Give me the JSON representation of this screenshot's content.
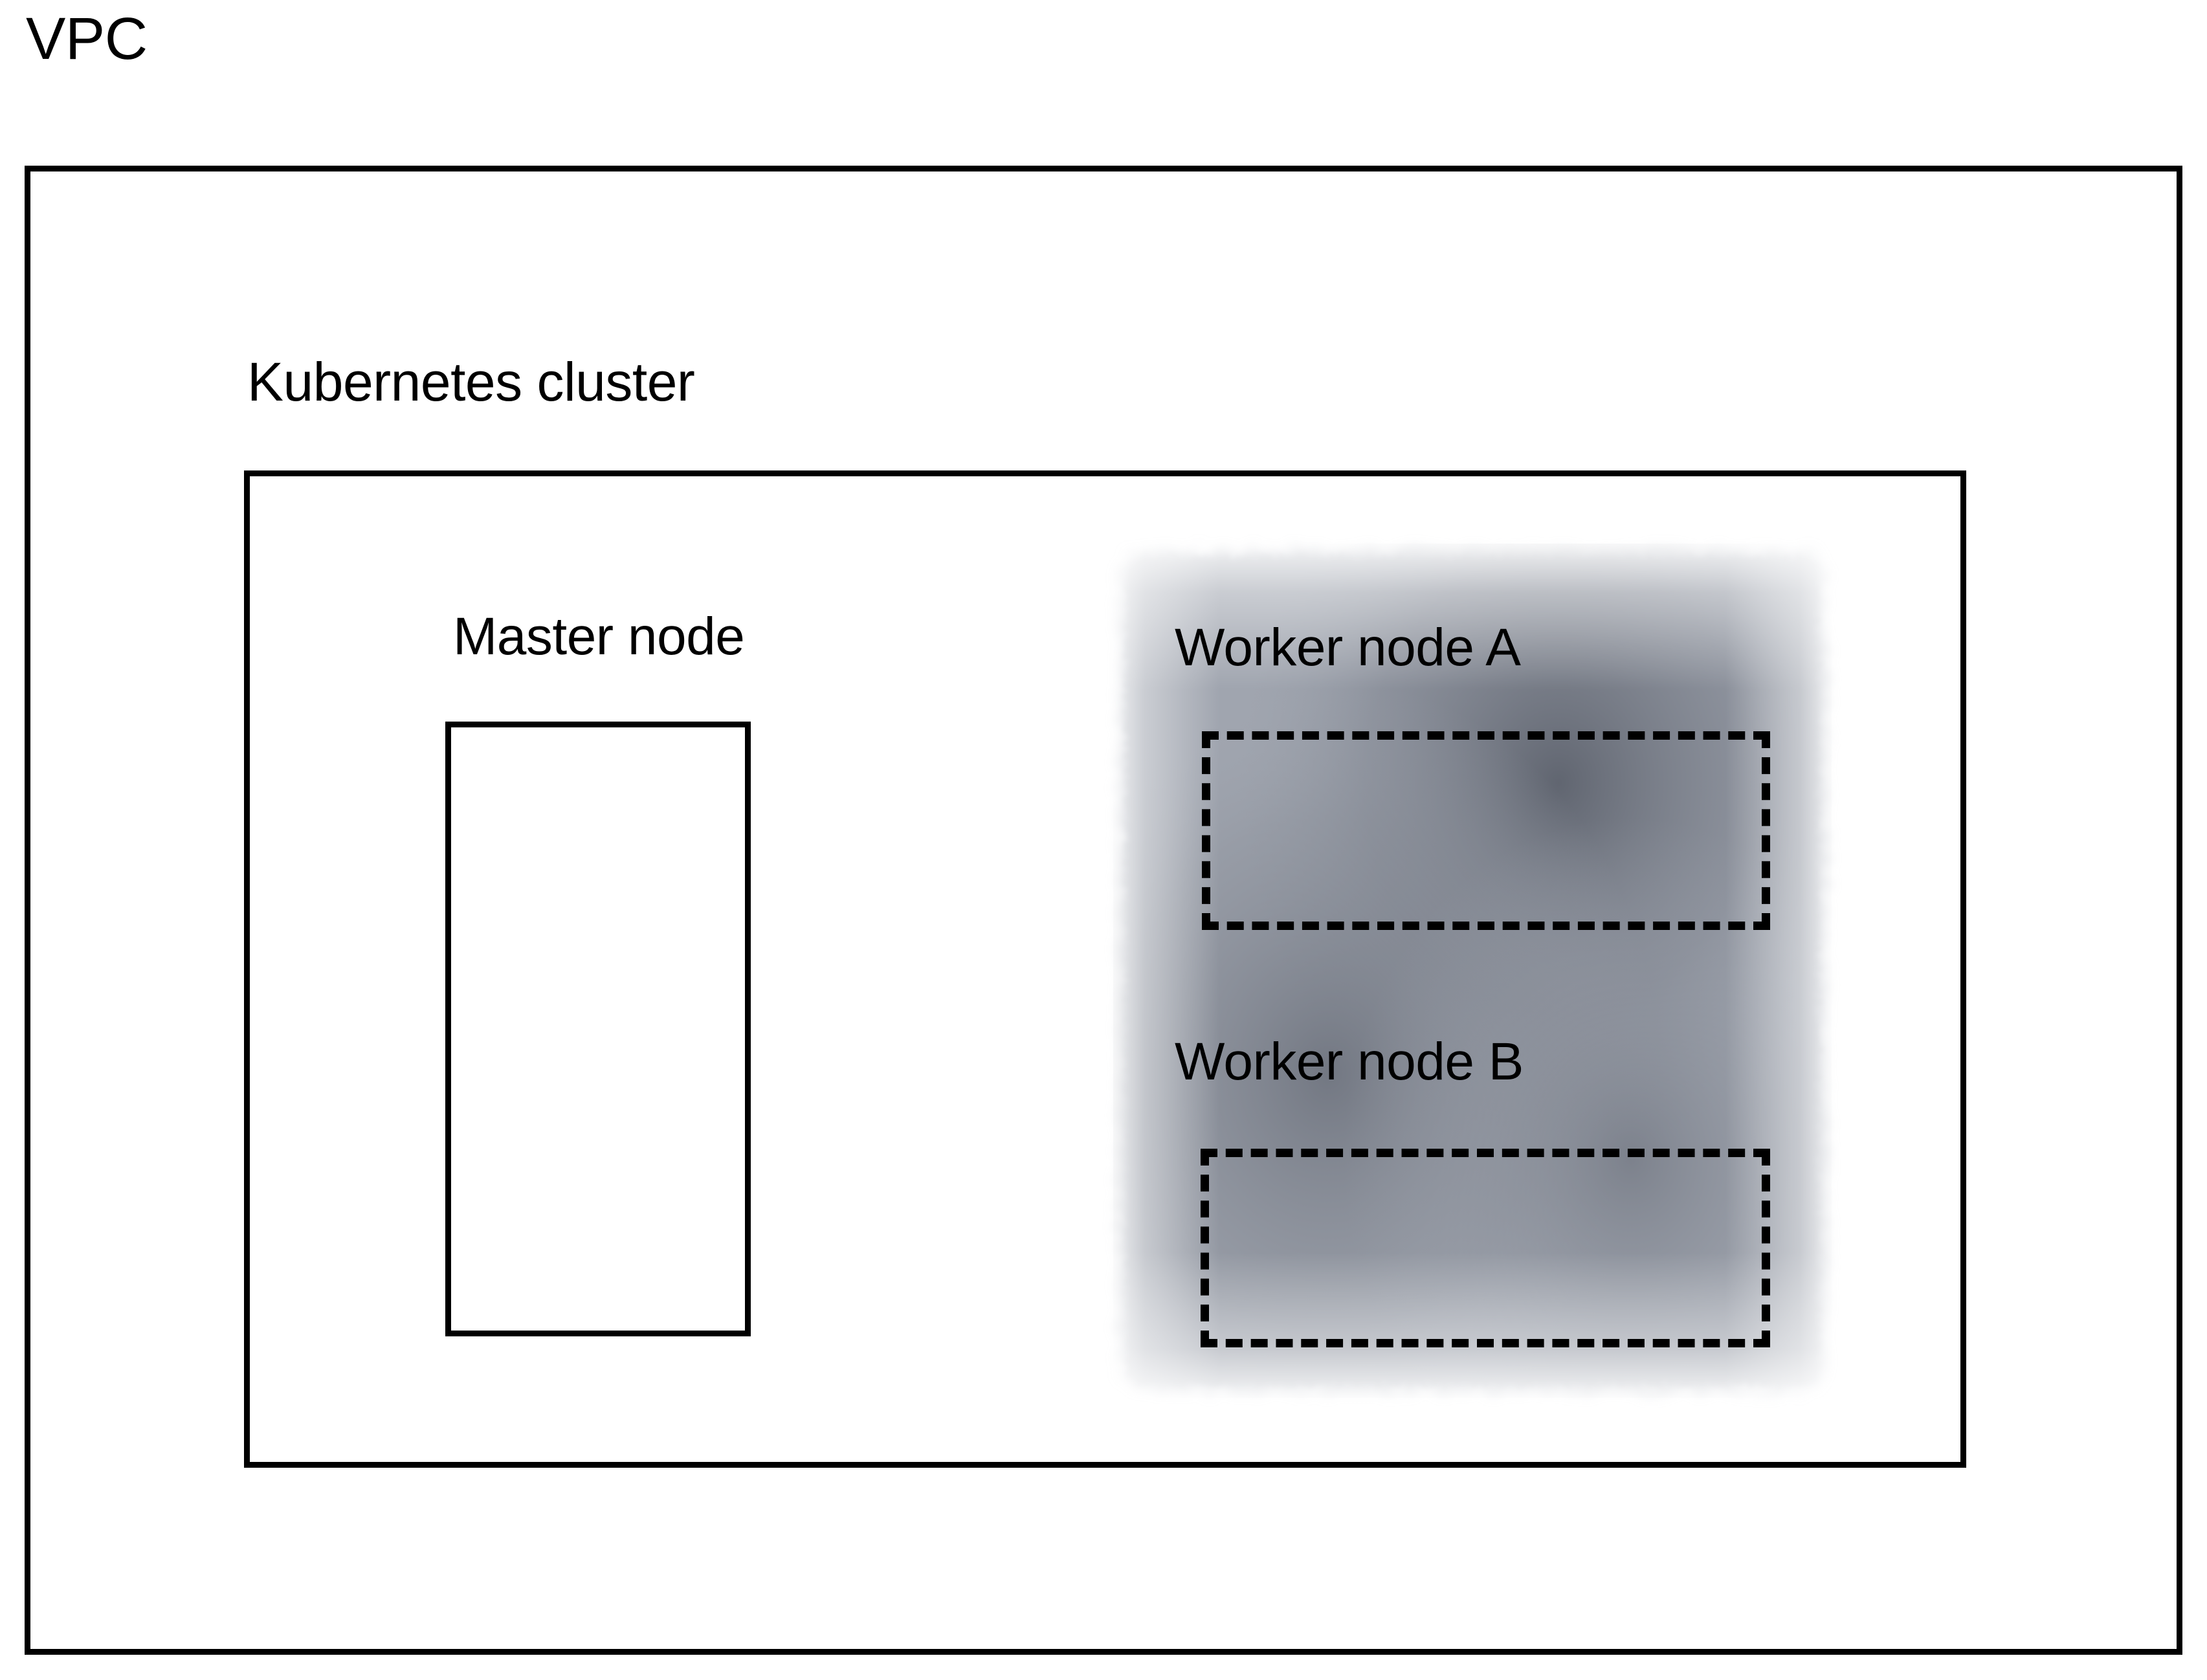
{
  "diagram": {
    "title": "VPC",
    "background_color": "#ffffff",
    "stroke_color": "#000000",
    "blob_color": "#8b8f99",
    "containers": [
      {
        "id": "vpc",
        "label": "VPC",
        "style": "solid-rectangle"
      },
      {
        "id": "kubernetes-cluster",
        "label": "Kubernetes cluster",
        "style": "solid-rectangle"
      },
      {
        "id": "master-node",
        "label": "Master node",
        "style": "solid-rectangle"
      },
      {
        "id": "worker-node-a",
        "label": "Worker node A",
        "style": "dashed-rectangle"
      },
      {
        "id": "worker-node-b",
        "label": "Worker node B",
        "style": "dashed-rectangle"
      }
    ]
  },
  "vpc": {
    "label": "VPC"
  },
  "cluster": {
    "label": "Kubernetes cluster"
  },
  "master_node": {
    "label": "Master node"
  },
  "worker_node_a": {
    "label": "Worker node A"
  },
  "worker_node_b": {
    "label": "Worker node B"
  }
}
